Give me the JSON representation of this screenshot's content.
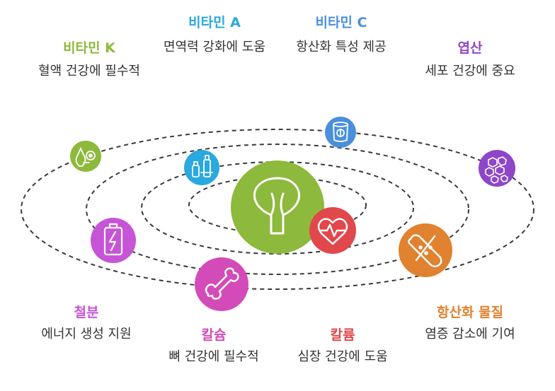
{
  "colors": {
    "green": "#8DB93C",
    "blue": "#29A9DF",
    "cblue": "#4A8FDB",
    "violet": "#8E46C9",
    "pink": "#D34BB8",
    "red": "#E1484B",
    "orange": "#E0822F",
    "orbit": "#3a3a3a"
  },
  "center": {
    "icon": "broccoli-icon"
  },
  "nutrients": [
    {
      "key": "vitamin-k",
      "title": "비타민 K",
      "desc": "혈액 건강에 필수적",
      "color": "#8DB93C",
      "icon": "blood-drop-icon"
    },
    {
      "key": "vitamin-a",
      "title": "비타민 A",
      "desc": "면역력 강화에 도움",
      "color": "#29A9DF",
      "icon": "vial-icon"
    },
    {
      "key": "vitamin-c",
      "title": "비타민 C",
      "desc": "항산화 특성 제공",
      "color": "#4A8FDB",
      "icon": "citrus-cup-icon"
    },
    {
      "key": "folate",
      "title": "엽산",
      "desc": "세포 건강에 중요",
      "color": "#8E46C9",
      "icon": "cells-icon"
    },
    {
      "key": "iron",
      "title": "철분",
      "desc": "에너지 생성 지원",
      "color": "#C754D6",
      "icon": "battery-charge-icon"
    },
    {
      "key": "calcium",
      "title": "칼슘",
      "desc": "뼈 건강에 필수적",
      "color": "#D34BB8",
      "icon": "bone-icon"
    },
    {
      "key": "potassium",
      "title": "칼륨",
      "desc": "심장 건강에 도움",
      "color": "#E1484B",
      "icon": "heart-pulse-icon"
    },
    {
      "key": "antioxidants",
      "title": "항산화 물질",
      "desc": "염증 감소에 기여",
      "color": "#E0822F",
      "icon": "bandage-icon"
    }
  ]
}
